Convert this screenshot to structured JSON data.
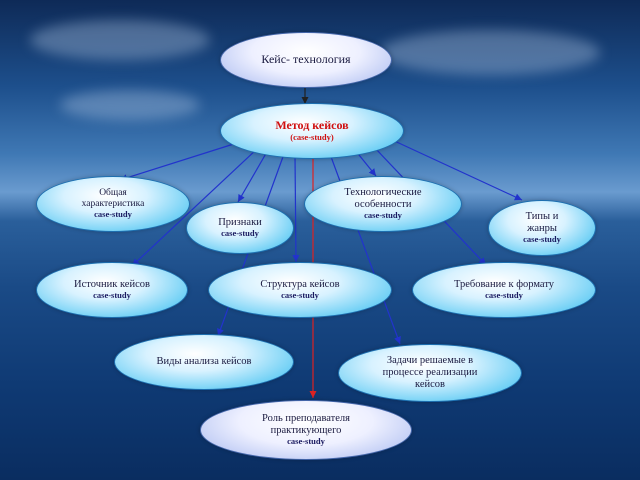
{
  "diagram": {
    "root": {
      "label": "Кейс- технология"
    },
    "method": {
      "label": "Метод кейсов",
      "sub": "(case-study)"
    },
    "nodes": [
      {
        "id": "general",
        "lines": [
          "Общая",
          "характеристика"
        ],
        "sub": "case-study"
      },
      {
        "id": "tech",
        "lines": [
          "Технологические",
          "особенности"
        ],
        "sub": "case-study"
      },
      {
        "id": "signs",
        "lines": [
          "Признаки"
        ],
        "sub": "case-study"
      },
      {
        "id": "types",
        "lines": [
          "Типы и",
          "жанры"
        ],
        "sub": "case-study"
      },
      {
        "id": "sources",
        "lines": [
          "Источник кейсов"
        ],
        "sub": "case-study"
      },
      {
        "id": "structure",
        "lines": [
          "Структура кейсов"
        ],
        "sub": "case-study"
      },
      {
        "id": "format",
        "lines": [
          "Требование к формату"
        ],
        "sub": "case-study"
      },
      {
        "id": "analysis",
        "lines": [
          "Виды анализа кейсов"
        ],
        "sub": ""
      },
      {
        "id": "tasks",
        "lines": [
          "Задачи решаемые в",
          "процессе реализации",
          "кейсов"
        ],
        "sub": ""
      },
      {
        "id": "teacher",
        "lines": [
          "Роль преподавателя",
          "практикующего"
        ],
        "sub": "case-study"
      }
    ]
  },
  "colors": {
    "link": "#2233cc",
    "center_link": "#dd2222",
    "arrow": "#222222"
  }
}
